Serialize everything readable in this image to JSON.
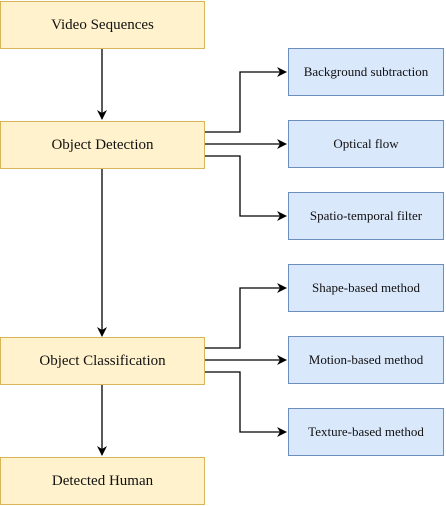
{
  "diagram": {
    "main_nodes": [
      {
        "id": "video",
        "label": "Video Sequences"
      },
      {
        "id": "detect",
        "label": "Object Detection"
      },
      {
        "id": "classify",
        "label": "Object Classification"
      },
      {
        "id": "human",
        "label": "Detected Human"
      }
    ],
    "detection_methods": [
      {
        "id": "bg",
        "label": "Background subtraction"
      },
      {
        "id": "flow",
        "label": "Optical flow"
      },
      {
        "id": "stf",
        "label": "Spatio-temporal filter"
      }
    ],
    "classification_methods": [
      {
        "id": "shape",
        "label": "Shape-based method"
      },
      {
        "id": "motion",
        "label": "Motion-based method"
      },
      {
        "id": "texture",
        "label": "Texture-based method"
      }
    ],
    "colors": {
      "main_fill": "#fff2cc",
      "main_border": "#d6b656",
      "side_fill": "#dae8fc",
      "side_border": "#6c8ebf",
      "edge": "#000000"
    }
  }
}
